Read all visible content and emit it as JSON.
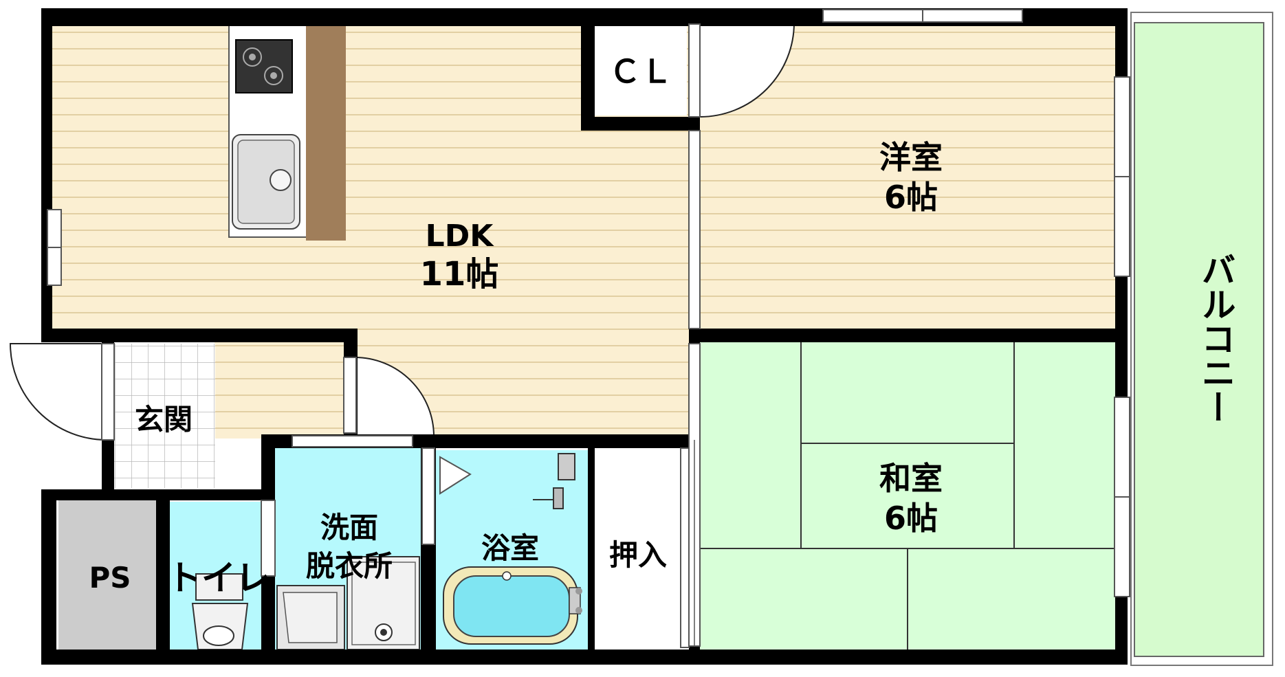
{
  "rooms": {
    "ldk": {
      "name": "LDK",
      "size": "11帖"
    },
    "western": {
      "name": "洋室",
      "size": "6帖"
    },
    "japanese": {
      "name": "和室",
      "size": "6帖"
    },
    "closet": {
      "name": "ＣＬ"
    },
    "entrance": {
      "name": "玄関"
    },
    "ps": {
      "name": "PS"
    },
    "toilet": {
      "name": "トイレ"
    },
    "washroom": {
      "line1": "洗面",
      "line2": "脱衣所"
    },
    "bathroom": {
      "name": "浴室"
    },
    "oshiire": {
      "name": "押入"
    },
    "balcony": {
      "name": "バルコニー"
    }
  },
  "colors": {
    "wall": "#000000",
    "wood_floor": "#fbefd2",
    "wood_line": "#e2cfa3",
    "tile_floor": "#ffffff",
    "tatami": "#d8ffd8",
    "balcony": "#d6fbce",
    "wet_area": "#b6f9fd",
    "ps": "#cccccc",
    "counter": "#a07e5a"
  }
}
